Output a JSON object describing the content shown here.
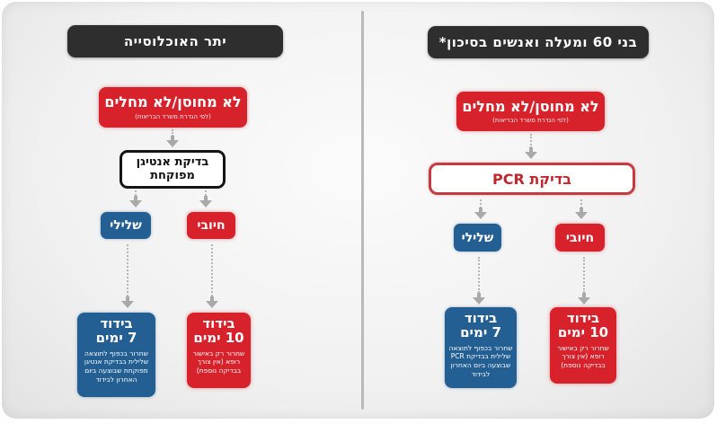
{
  "colors": {
    "header_bg": "#2e2e2e",
    "red": "#d7222c",
    "blue": "#235f93",
    "pcr_border": "#c63a40",
    "arrow": "#a9a9a9",
    "background": "#f1f1f1"
  },
  "left_panel": {
    "header": "יתר האוכלוסייה",
    "start_box": {
      "title": "לא מחוסן/לא מחלים",
      "subtitle": "(לפי הגדרת משרד הבריאות)"
    },
    "test_box": {
      "line1": "בדיקת אנטיגן",
      "line2": "מפוקחת"
    },
    "negative_label": "שלילי",
    "positive_label": "חיובי",
    "negative_result": {
      "line1": "בידוד",
      "line2": "7 ימים",
      "text": "שחרור בכפוף לתוצאה שלילית בבדיקת אנטיגן מפוקחת שבוצעה ביום האחרון לבידוד"
    },
    "positive_result": {
      "line1": "בידוד",
      "line2": "10 ימים",
      "text": "שחרור רק באישור רופא (אין צורך בבדיקה נוספת)"
    }
  },
  "right_panel": {
    "header": "בני 60 ומעלה ואנשים בסיכון*",
    "start_box": {
      "title": "לא מחוסן/לא מחלים",
      "subtitle": "(לפי הגדרת משרד הבריאות)"
    },
    "test_box": {
      "label": "בדיקת PCR"
    },
    "negative_label": "שלילי",
    "positive_label": "חיובי",
    "negative_result": {
      "line1": "בידוד",
      "line2": "7 ימים",
      "text": "שחרור בכפוף לתוצאה שלילית בבדיקת PCR שבוצעה ביום האחרון לבידוד"
    },
    "positive_result": {
      "line1": "בידוד",
      "line2": "10 ימים",
      "text": "שחרור רק באישור רופא (אין צורך בבדיקה נוספת)"
    }
  }
}
